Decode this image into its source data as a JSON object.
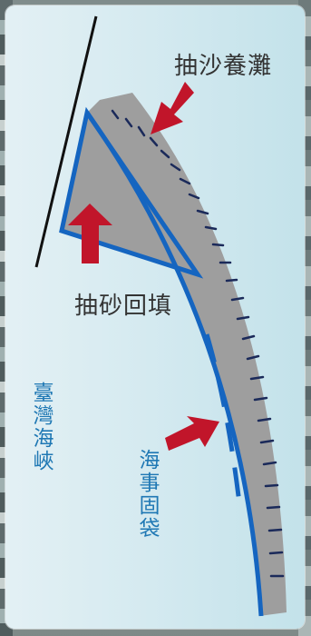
{
  "labels": {
    "sand_extraction_nourishment": "抽沙養灘",
    "sand_pump_backfill": "抽砂回填",
    "taiwan_strait": "臺灣海峽",
    "marine_bags": "海事固袋"
  },
  "colors": {
    "background": "#d7ebf1",
    "shoreline_blue": "#1565c0",
    "fill_gray": "#9e9e9e",
    "arrow_red": "#c1152a",
    "dash_navy": "#1b2a5a",
    "label_blue": "#1f78b4",
    "label_dark": "#333333"
  },
  "icons": {
    "arrow_top": "arrow-down-left-icon",
    "arrow_up": "arrow-up-icon",
    "arrow_lower": "arrow-left-icon"
  }
}
